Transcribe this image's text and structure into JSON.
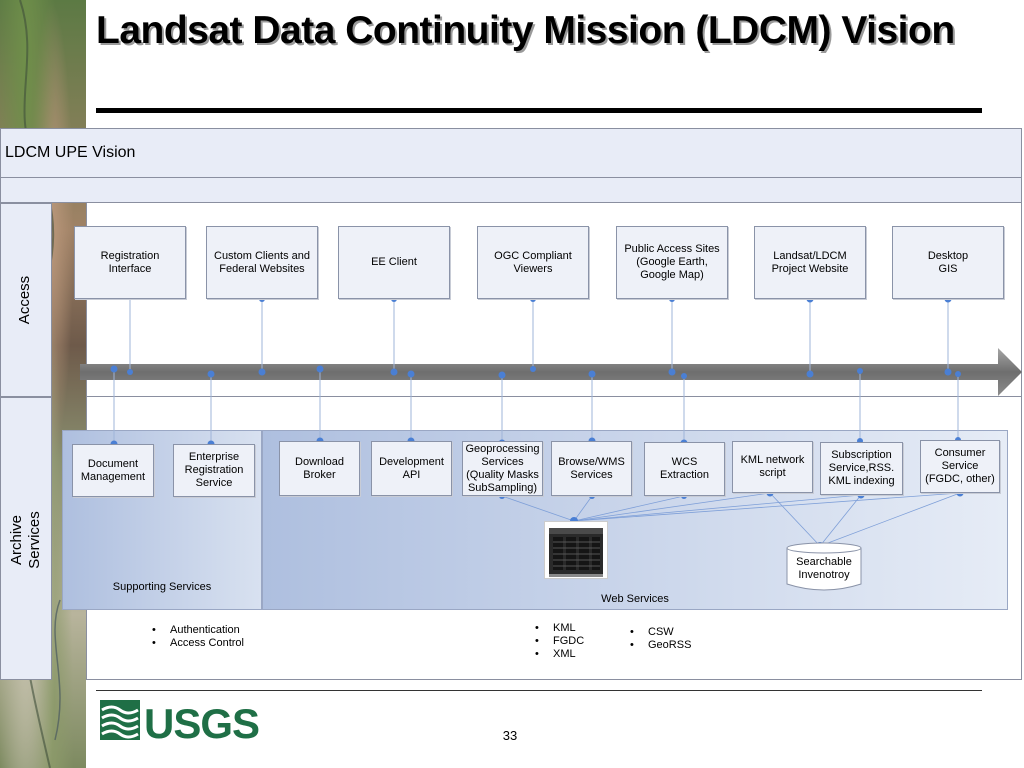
{
  "slide": {
    "title": "Landsat Data Continuity Mission (LDCM) Vision",
    "page_number": "33"
  },
  "diagram": {
    "vision_label": "LDCM UPE Vision",
    "rows": {
      "access": "Access",
      "archive": "Archive\nServices"
    },
    "access_boxes": [
      {
        "label": "Registration\nInterface"
      },
      {
        "label": "Custom Clients and\nFederal Websites"
      },
      {
        "label": "EE Client"
      },
      {
        "label": "OGC Compliant\nViewers"
      },
      {
        "label": "Public Access Sites\n(Google Earth,\nGoogle Map)"
      },
      {
        "label": "Landsat/LDCM\nProject Website"
      },
      {
        "label": "Desktop\nGIS"
      }
    ],
    "supporting_services": {
      "zone_label": "Supporting\nServices",
      "boxes": [
        {
          "label": "Document\nManagement"
        },
        {
          "label": "Enterprise\nRegistration\nService"
        }
      ],
      "bullets": [
        "Authentication",
        "Access Control"
      ]
    },
    "web_services": {
      "zone_label": "Web Services",
      "boxes": [
        {
          "label": "Download\nBroker"
        },
        {
          "label": "Development\nAPI"
        },
        {
          "label": "Geoprocessing\nServices\n(Quality Masks\nSubSampling)"
        },
        {
          "label": "Browse/WMS\nServices"
        },
        {
          "label": "WCS\nExtraction"
        },
        {
          "label": "KML network\nscript"
        },
        {
          "label": "Subscription\nService,RSS.\nKML indexing"
        },
        {
          "label": "Consumer\nService\n(FGDC, other)"
        }
      ],
      "database_label": "Searchable\nInvenotroy",
      "bullets_formats": [
        "KML",
        "FGDC",
        "XML"
      ],
      "bullets_feeds": [
        "CSW",
        "GeoRSS"
      ]
    },
    "colors": {
      "panel_fill": "#e8ecf7",
      "zone_fill": "#aebfdf",
      "connector": "#5b8fd6",
      "bus_arrow": "#7a7a7a"
    }
  },
  "logo": {
    "text": "USGS",
    "color": "#1f6f46"
  }
}
